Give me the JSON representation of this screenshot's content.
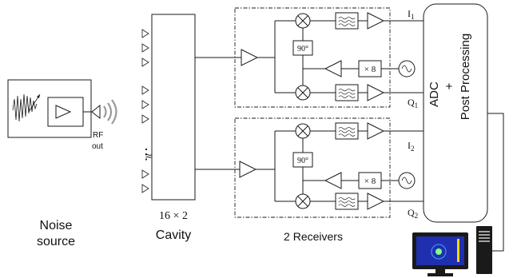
{
  "noise_source": {
    "rf_label": "RF",
    "out_label": "out",
    "caption_line1": "Noise",
    "caption_line2": "source"
  },
  "cavity": {
    "dims": "16 × 2",
    "caption": "Cavity",
    "dots": "⋮",
    "approx": "≈"
  },
  "receivers": {
    "caption": "2 Receivers",
    "phase_label": "90°",
    "multiplier_label": "× 8",
    "outputs": [
      {
        "main": "I",
        "sub": "1"
      },
      {
        "main": "Q",
        "sub": "1"
      },
      {
        "main": "I",
        "sub": "2"
      },
      {
        "main": "Q",
        "sub": "2"
      }
    ]
  },
  "adc": {
    "line1": "ADC",
    "line2": "+",
    "line3": "Post Processing"
  },
  "colors": {
    "stroke": "#1a1a1a",
    "monitor_screen": "#1f2fb0",
    "monitor_spot": "#7fff7f",
    "rf_wave": "#9a9a9a"
  },
  "icons": [
    "multiplier-icon",
    "filter-icon",
    "oscillator-icon",
    "monitor-icon",
    "tower-pc-icon"
  ]
}
